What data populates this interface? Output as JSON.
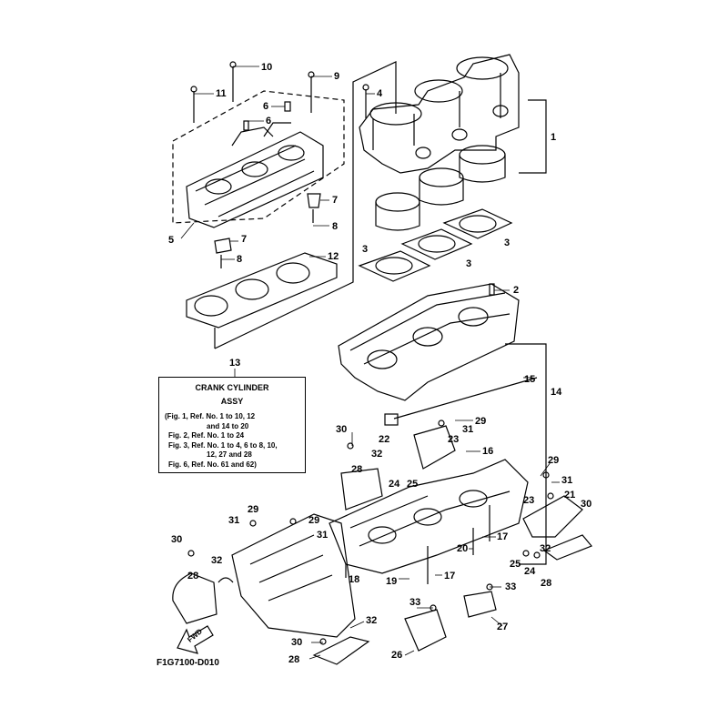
{
  "diagram": {
    "figure_code": "F1G7100-D010",
    "direction_label": "FWD",
    "assy_box": {
      "ref": "13",
      "title_line1": "CRANK CYLINDER",
      "title_line2": "ASSY",
      "lines": [
        "(Fig. 1, Ref. No. 1 to 10, 12",
        "and 14 to 20",
        "Fig. 2, Ref. No. 1 to 24",
        "Fig. 3, Ref. No. 1 to 4, 6 to 8, 10,",
        "12, 27 and 28",
        "Fig. 6, Ref. No. 61 and 62)"
      ]
    },
    "callouts": [
      {
        "id": "c10",
        "text": "10"
      },
      {
        "id": "c9",
        "text": "9"
      },
      {
        "id": "c11",
        "text": "11"
      },
      {
        "id": "c4",
        "text": "4"
      },
      {
        "id": "c6a",
        "text": "6"
      },
      {
        "id": "c6b",
        "text": "6"
      },
      {
        "id": "c1",
        "text": "1"
      },
      {
        "id": "c7a",
        "text": "7"
      },
      {
        "id": "c8a",
        "text": "8"
      },
      {
        "id": "c5",
        "text": "5"
      },
      {
        "id": "c7b",
        "text": "7"
      },
      {
        "id": "c3a",
        "text": "3"
      },
      {
        "id": "c3b",
        "text": "3"
      },
      {
        "id": "c8b",
        "text": "8"
      },
      {
        "id": "c12",
        "text": "12"
      },
      {
        "id": "c3c",
        "text": "3"
      },
      {
        "id": "c2",
        "text": "2"
      },
      {
        "id": "c15",
        "text": "15"
      },
      {
        "id": "c14",
        "text": "14"
      },
      {
        "id": "c29a",
        "text": "29"
      },
      {
        "id": "c31a",
        "text": "31"
      },
      {
        "id": "c30a",
        "text": "30"
      },
      {
        "id": "c22",
        "text": "22"
      },
      {
        "id": "c23a",
        "text": "23"
      },
      {
        "id": "c16",
        "text": "16"
      },
      {
        "id": "c32a",
        "text": "32"
      },
      {
        "id": "c28a",
        "text": "28"
      },
      {
        "id": "c24a",
        "text": "24"
      },
      {
        "id": "c25a",
        "text": "25"
      },
      {
        "id": "c29b",
        "text": "29"
      },
      {
        "id": "c31b",
        "text": "31"
      },
      {
        "id": "c23b",
        "text": "23"
      },
      {
        "id": "c21",
        "text": "21"
      },
      {
        "id": "c30b",
        "text": "30"
      },
      {
        "id": "c29c",
        "text": "29"
      },
      {
        "id": "c31c",
        "text": "31"
      },
      {
        "id": "c29d",
        "text": "29"
      },
      {
        "id": "c31d",
        "text": "31"
      },
      {
        "id": "c30c",
        "text": "30"
      },
      {
        "id": "c32b",
        "text": "32"
      },
      {
        "id": "c20",
        "text": "20"
      },
      {
        "id": "c17a",
        "text": "17"
      },
      {
        "id": "c25b",
        "text": "25"
      },
      {
        "id": "c24b",
        "text": "24"
      },
      {
        "id": "c32c",
        "text": "32"
      },
      {
        "id": "c28b",
        "text": "28"
      },
      {
        "id": "c18",
        "text": "18"
      },
      {
        "id": "c19",
        "text": "19"
      },
      {
        "id": "c17b",
        "text": "17"
      },
      {
        "id": "c28c",
        "text": "28"
      },
      {
        "id": "c33a",
        "text": "33"
      },
      {
        "id": "c33b",
        "text": "33"
      },
      {
        "id": "c27",
        "text": "27"
      },
      {
        "id": "c32d",
        "text": "32"
      },
      {
        "id": "c30d",
        "text": "30"
      },
      {
        "id": "c26",
        "text": "26"
      },
      {
        "id": "c28d",
        "text": "28"
      }
    ]
  }
}
